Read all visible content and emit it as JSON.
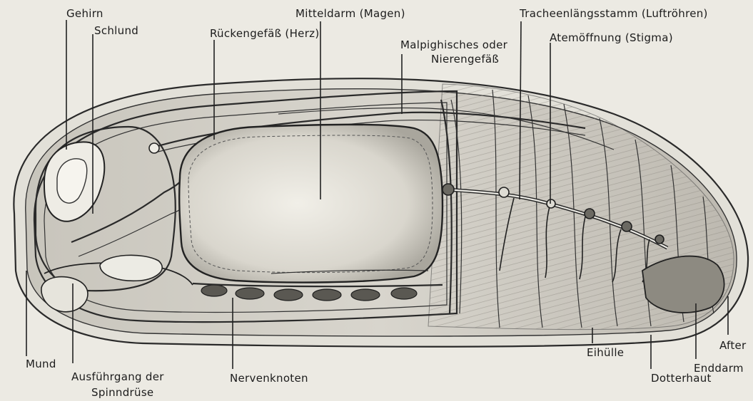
{
  "labels": {
    "gehirn": "Gehirn",
    "schlund": "Schlund",
    "rueckengefaess": "Rückengefäß (Herz)",
    "mitteldarm": "Mitteldarm (Magen)",
    "malpighi_1": "Malpighisches oder",
    "malpighi_2": "Nierengefäß",
    "tracheen": "Tracheenlängsstamm (Luftröhren)",
    "atemoeffnung": "Atemöffnung (Stigma)",
    "mund": "Mund",
    "ausfuehrgang_1": "Ausführgang der",
    "ausfuehrgang_2": "Spinndrüse",
    "nervenknoten": "Nervenknoten",
    "eihuelle": "Eihülle",
    "dotterhaut": "Dotterhaut",
    "enddarm": "Enddarm",
    "after": "After"
  }
}
